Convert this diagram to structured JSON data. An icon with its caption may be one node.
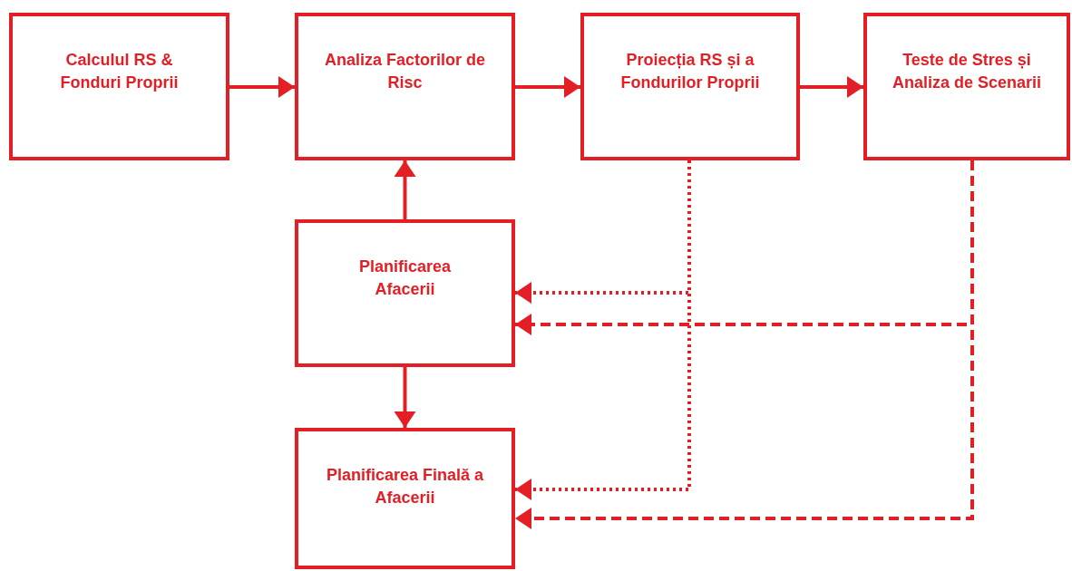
{
  "diagram": {
    "nodes": [
      {
        "text": [
          "Calculul RS & Fonduri Proprii"
        ]
      },
      {
        "text": [
          "Analiza Factorilor de Risc"
        ]
      },
      {
        "text": [
          "Proiecția RS și a Fondurilor Proprii"
        ]
      },
      {
        "text": [
          "Teste de Stres și Analiza de Scenarii"
        ]
      },
      {
        "text": [
          "Planificarea Afacerii"
        ]
      },
      {
        "text": [
          "Planificarea Finală a Afacerii"
        ]
      }
    ],
    "edges": [
      {
        "from": 0,
        "to": 1,
        "arrow": "to"
      },
      {
        "from": 1,
        "to": 2,
        "arrow": "to"
      },
      {
        "from": 2,
        "to": 3,
        "arrow": "to"
      },
      {
        "from": 4,
        "to": 1,
        "arrow": "to"
      },
      {
        "from": 4,
        "to": 5,
        "arrow": "to"
      },
      {
        "from": 2,
        "to": 4,
        "arrow": "to",
        "style": "dashed"
      },
      {
        "from": 2,
        "to": 5,
        "arrow": "to",
        "style": "dashed"
      },
      {
        "from": 3,
        "to": 4,
        "arrow": "to",
        "style": "dashed"
      },
      {
        "from": 3,
        "to": 5,
        "arrow": "to",
        "style": "dashed"
      }
    ]
  }
}
